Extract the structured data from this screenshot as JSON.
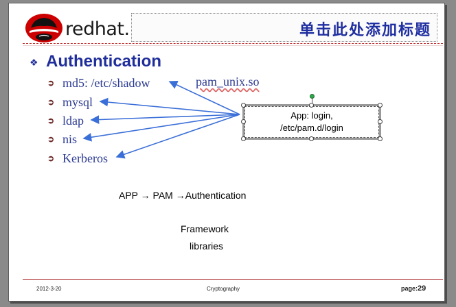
{
  "logo": {
    "text": "redhat."
  },
  "title": {
    "placeholder": "单击此处添加标题"
  },
  "heading": {
    "bullet": "❖",
    "text": "Authentication"
  },
  "list": {
    "arrow": "➲",
    "items": [
      {
        "label": "md5: /etc/shadow"
      },
      {
        "label": "mysql"
      },
      {
        "label": "ldap"
      },
      {
        "label": "nis"
      },
      {
        "label": "Kerberos"
      }
    ],
    "side_label": "pam_unix.so"
  },
  "app_box": {
    "line1": "App: login,",
    "line2": "/etc/pam.d/login"
  },
  "flow": {
    "text": "APP → PAM →Authentication"
  },
  "notes": {
    "framework": "Framework",
    "libraries": "libraries"
  },
  "footer": {
    "date": "2012-3-20",
    "center": "Cryptography",
    "page_label": "page:",
    "page_number": "29"
  },
  "colors": {
    "accent_blue": "#1f2e9a",
    "rule_red": "#c03030",
    "logo_red": "#cc0000"
  }
}
